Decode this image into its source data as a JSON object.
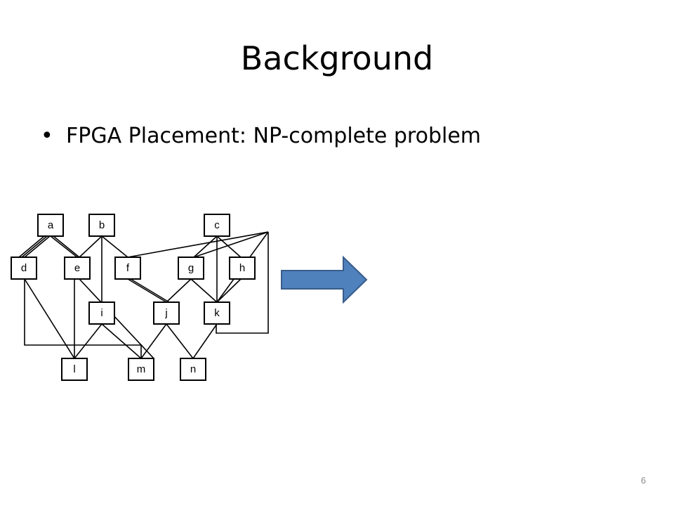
{
  "slide": {
    "title": "Background",
    "bullets": [
      {
        "symbol": "•",
        "text": "FPGA Placement: NP-complete problem"
      }
    ],
    "slide_number": "6"
  },
  "diagram": {
    "nodes": [
      {
        "id": "a",
        "label": "a"
      },
      {
        "id": "b",
        "label": "b"
      },
      {
        "id": "c",
        "label": "c"
      },
      {
        "id": "d",
        "label": "d"
      },
      {
        "id": "e",
        "label": "e"
      },
      {
        "id": "f",
        "label": "f"
      },
      {
        "id": "g",
        "label": "g"
      },
      {
        "id": "h",
        "label": "h"
      },
      {
        "id": "i",
        "label": "i"
      },
      {
        "id": "j",
        "label": "j"
      },
      {
        "id": "k",
        "label": "k"
      },
      {
        "id": "l",
        "label": "l"
      },
      {
        "id": "m",
        "label": "m"
      },
      {
        "id": "n",
        "label": "n"
      }
    ],
    "arrow": {
      "fill": "#4f81bd",
      "stroke": "#385d8a"
    }
  }
}
